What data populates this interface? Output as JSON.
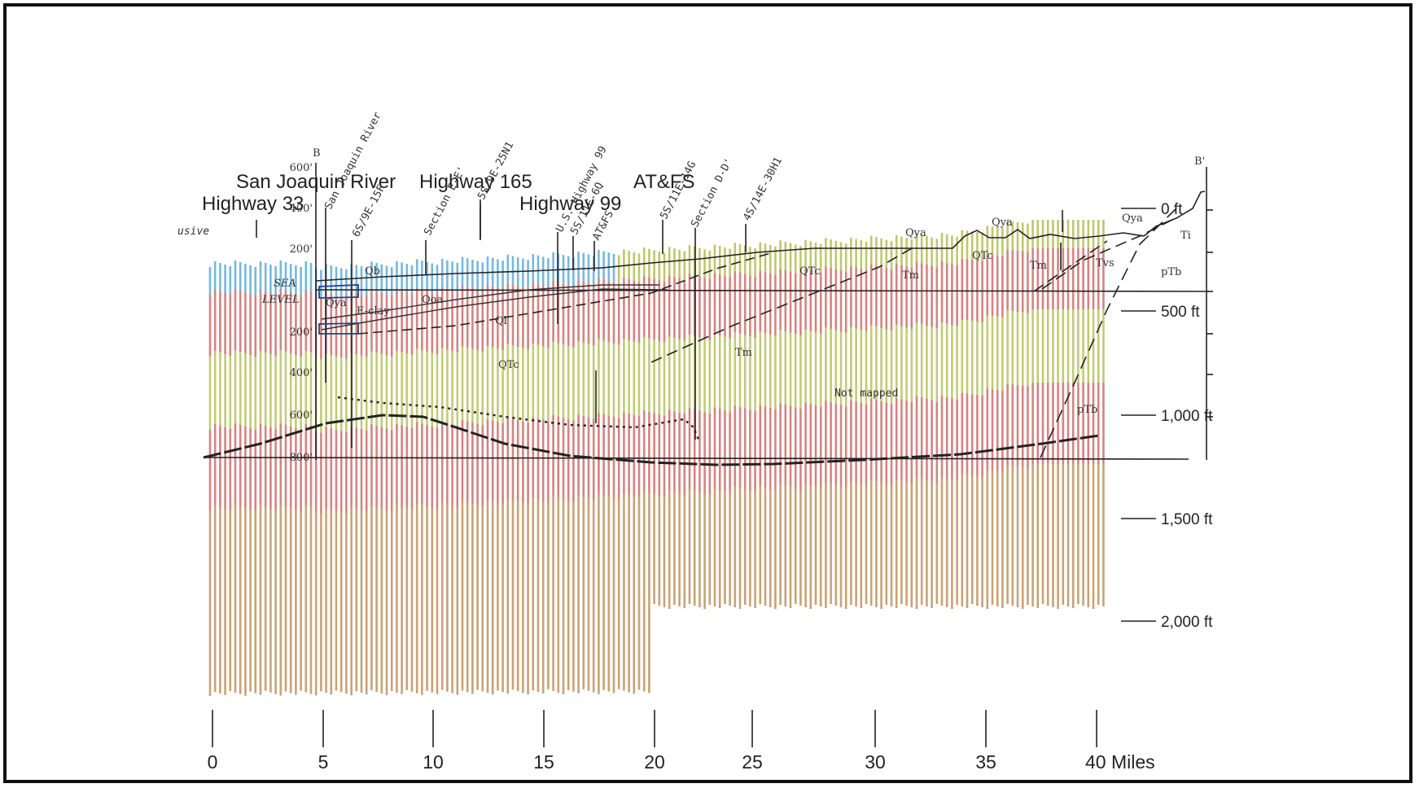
{
  "section": {
    "start_letter": "B",
    "end_letter": "B'"
  },
  "top_labels": {
    "highway33": "Highway 33",
    "san_joaquin_river": "San Joaquin River",
    "highway165": "Highway 165",
    "highway99": "Highway 99",
    "atfs": "AT&FS",
    "partial_left": "usive"
  },
  "wells": [
    "San Joaquin River",
    "6S/9E-15F",
    "Section E-E'",
    "5S/9E-25N1",
    "U.S. Highway 99",
    "5S/11E-6Q",
    "AT&FS",
    "5S/11E-14G",
    "Section D-D'",
    "4S/14E-30H1"
  ],
  "left_axis": {
    "labels": [
      "600'",
      "400'",
      "200'",
      "SEA",
      "LEVEL",
      "200'",
      "400'",
      "600'",
      "800'"
    ]
  },
  "right_axis": {
    "labels": [
      "0 ft",
      "500 ft",
      "1,000 ft",
      "1,500 ft",
      "2,000 ft"
    ]
  },
  "formations": [
    "Qb",
    "Qya",
    "E-clay",
    "Qoa",
    "Ql",
    "QTc",
    "QTc",
    "Tm",
    "Tm",
    "Qya",
    "QTc",
    "Qya",
    "Tm",
    "Tvs",
    "Qya",
    "Ti",
    "pTb",
    "pTb"
  ],
  "annotations": {
    "not_mapped": "Not mapped"
  },
  "mile_ticks": {
    "labels": [
      "0",
      "5",
      "10",
      "15",
      "20",
      "25",
      "30",
      "35",
      "40 Miles"
    ]
  },
  "colors": {
    "frame": "#111111",
    "olive": "#a7b53c",
    "red": "#c0504d",
    "blue": "#4aa0d0",
    "brown": "#b07a3c",
    "line": "#222222"
  }
}
